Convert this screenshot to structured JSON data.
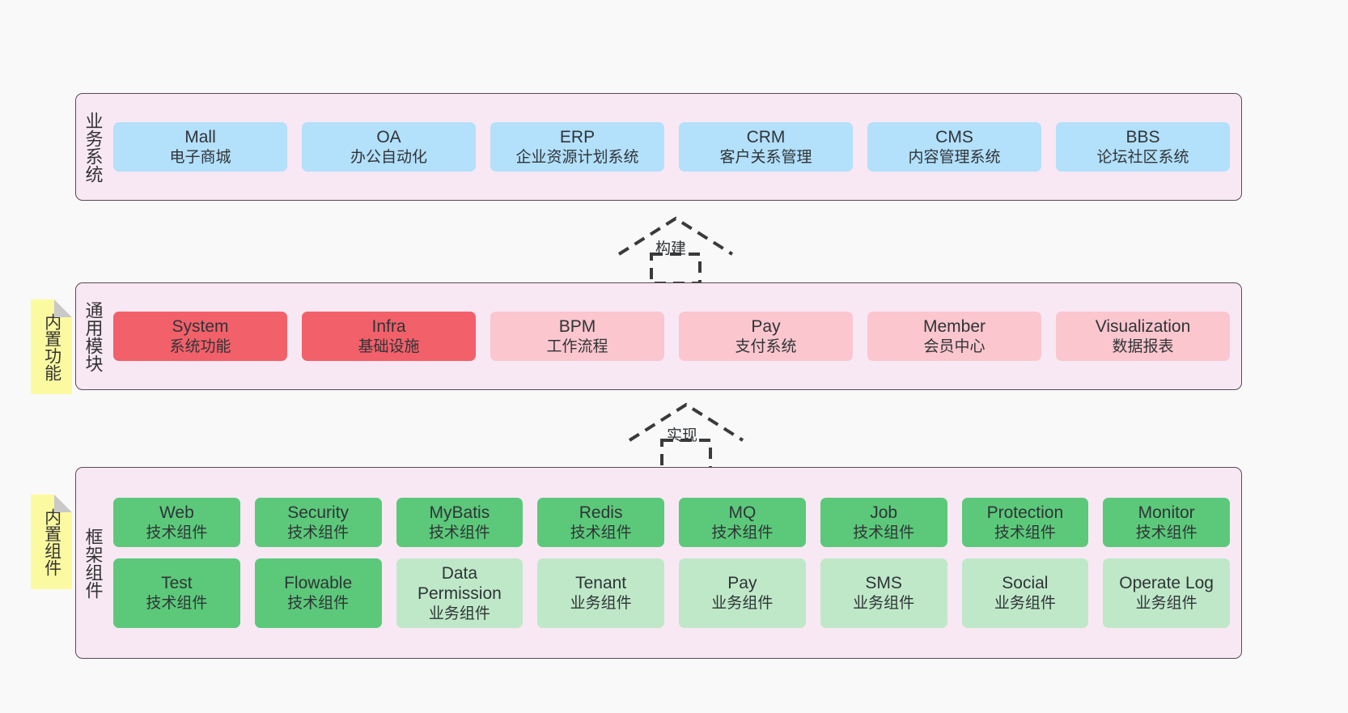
{
  "diagram": {
    "title": "Framework architecture layers",
    "background_color": "#f9f9f9",
    "layers": [
      {
        "id": "business-system",
        "title": "业务系统",
        "container_color": "#f8e8f4",
        "rows": [
          {
            "style": "blue",
            "cards": [
              {
                "name": "Mall",
                "sub": "电子商城"
              },
              {
                "name": "OA",
                "sub": "办公自动化"
              },
              {
                "name": "ERP",
                "sub": "企业资源计划系统"
              },
              {
                "name": "CRM",
                "sub": "客户关系管理"
              },
              {
                "name": "CMS",
                "sub": "内容管理系统"
              },
              {
                "name": "BBS",
                "sub": "论坛社区系统"
              }
            ]
          }
        ]
      },
      {
        "id": "common-module",
        "title": "通用模块",
        "container_color": "#f8e8f4",
        "note": "内置功能",
        "rows": [
          {
            "style": "mixed",
            "cards": [
              {
                "name": "System",
                "sub": "系统功能",
                "style": "red"
              },
              {
                "name": "Infra",
                "sub": "基础设施",
                "style": "red"
              },
              {
                "name": "BPM",
                "sub": "工作流程",
                "style": "pink"
              },
              {
                "name": "Pay",
                "sub": "支付系统",
                "style": "pink"
              },
              {
                "name": "Member",
                "sub": "会员中心",
                "style": "pink"
              },
              {
                "name": "Visualization",
                "sub": "数据报表",
                "style": "pink"
              }
            ]
          }
        ]
      },
      {
        "id": "framework-component",
        "title": "框架组件",
        "container_color": "#f8e8f4",
        "note": "内置组件",
        "rows": [
          {
            "style": "green",
            "cards": [
              {
                "name": "Web",
                "sub": "技术组件",
                "style": "green"
              },
              {
                "name": "Security",
                "sub": "技术组件",
                "style": "green"
              },
              {
                "name": "MyBatis",
                "sub": "技术组件",
                "style": "green"
              },
              {
                "name": "Redis",
                "sub": "技术组件",
                "style": "green"
              },
              {
                "name": "MQ",
                "sub": "技术组件",
                "style": "green"
              },
              {
                "name": "Job",
                "sub": "技术组件",
                "style": "green"
              },
              {
                "name": "Protection",
                "sub": "技术组件",
                "style": "green"
              },
              {
                "name": "Monitor",
                "sub": "技术组件",
                "style": "green"
              }
            ]
          },
          {
            "style": "greenlight",
            "cards": [
              {
                "name": "Test",
                "sub": "技术组件",
                "style": "green"
              },
              {
                "name": "Flowable",
                "sub": "技术组件",
                "style": "green"
              },
              {
                "name": "Data Permission",
                "sub": "业务组件",
                "style": "greenlight"
              },
              {
                "name": "Tenant",
                "sub": "业务组件",
                "style": "greenlight"
              },
              {
                "name": "Pay",
                "sub": "业务组件",
                "style": "greenlight"
              },
              {
                "name": "SMS",
                "sub": "业务组件",
                "style": "greenlight"
              },
              {
                "name": "Social",
                "sub": "业务组件",
                "style": "greenlight"
              },
              {
                "name": "Operate Log",
                "sub": "业务组件",
                "style": "greenlight"
              }
            ]
          }
        ]
      }
    ],
    "connectors": [
      {
        "id": "build-arrow",
        "label": "构建",
        "style": "dashed-generalization",
        "direction": "up"
      },
      {
        "id": "implement-arrow",
        "label": "实现",
        "style": "dashed-generalization",
        "direction": "up"
      }
    ],
    "colors": {
      "container": "#f8e8f4",
      "container_border": "#5a4a54",
      "blue": "#b3e0fb",
      "red": "#f2606a",
      "pink": "#fbc6ce",
      "green": "#5cc97a",
      "green_light": "#bfe8c8",
      "note": "#fcfaa0",
      "note_fold": "#c9c9c9",
      "arrow": "#3a3a3a",
      "text": "#2f3437"
    }
  }
}
